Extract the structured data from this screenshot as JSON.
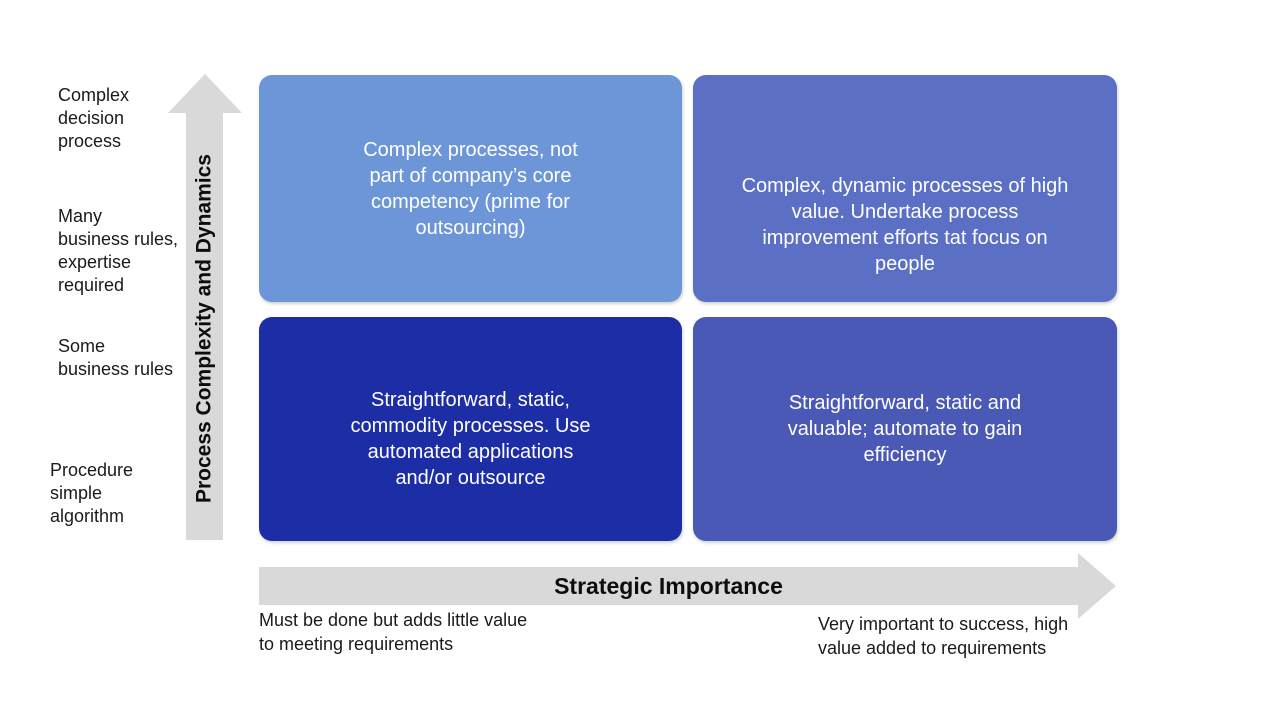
{
  "quadrants": {
    "top_left": {
      "text": "Complex processes, not\npart of company’s core\ncompetency (prime for\noutsourcing)",
      "color": "#6c96d8"
    },
    "top_right": {
      "text": "Complex, dynamic processes of high\nvalue. Undertake process\nimprovement efforts tat focus on\npeople",
      "color": "#5b70c4"
    },
    "bottom_left": {
      "text": "Straightforward, static,\ncommodity processes. Use\nautomated applications\nand/or outsource",
      "color": "#1c2da6"
    },
    "bottom_right": {
      "text": "Straightforward, static and\nvaluable; automate to gain\nefficiency",
      "color": "#4a58b6"
    }
  },
  "y_axis": {
    "title": "Process Complexity and Dynamics",
    "arrow_color": "#d9d9d9",
    "labels": [
      "Complex\ndecision\nprocess",
      "Many\nbusiness rules,\nexpertise\nrequired",
      "Some\nbusiness rules",
      "Procedure\nsimple\nalgorithm"
    ]
  },
  "x_axis": {
    "title": "Strategic Importance",
    "arrow_color": "#d9d9d9",
    "labels": [
      "Must be done but adds little value\nto meeting requirements",
      "Very important to success, high\nvalue added to requirements"
    ]
  }
}
